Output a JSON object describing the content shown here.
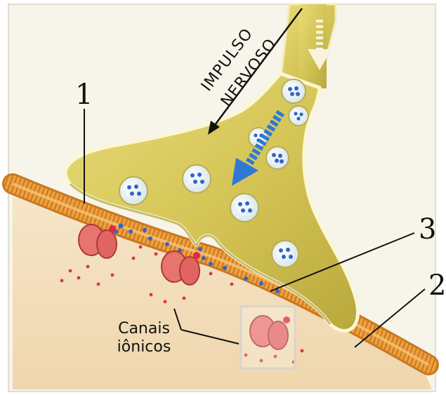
{
  "labels": {
    "n1": "1",
    "n2": "2",
    "n3": "3",
    "impulso": "IMPULSO",
    "nervoso": "NERVOSO",
    "canais_line1": "Canais",
    "canais_line2": "iônicos"
  },
  "colors": {
    "frame_background": "#f7f4ea",
    "postsynaptic_cell": "#f4e2c4",
    "membrane": "#eda13f",
    "axon_terminal": "#d8c95a",
    "vesicle": "#eef4f7",
    "neurotransmitter": "#2f66c8",
    "ion_channel": "#e8746e",
    "flow_arrow": "#2f78d6"
  }
}
